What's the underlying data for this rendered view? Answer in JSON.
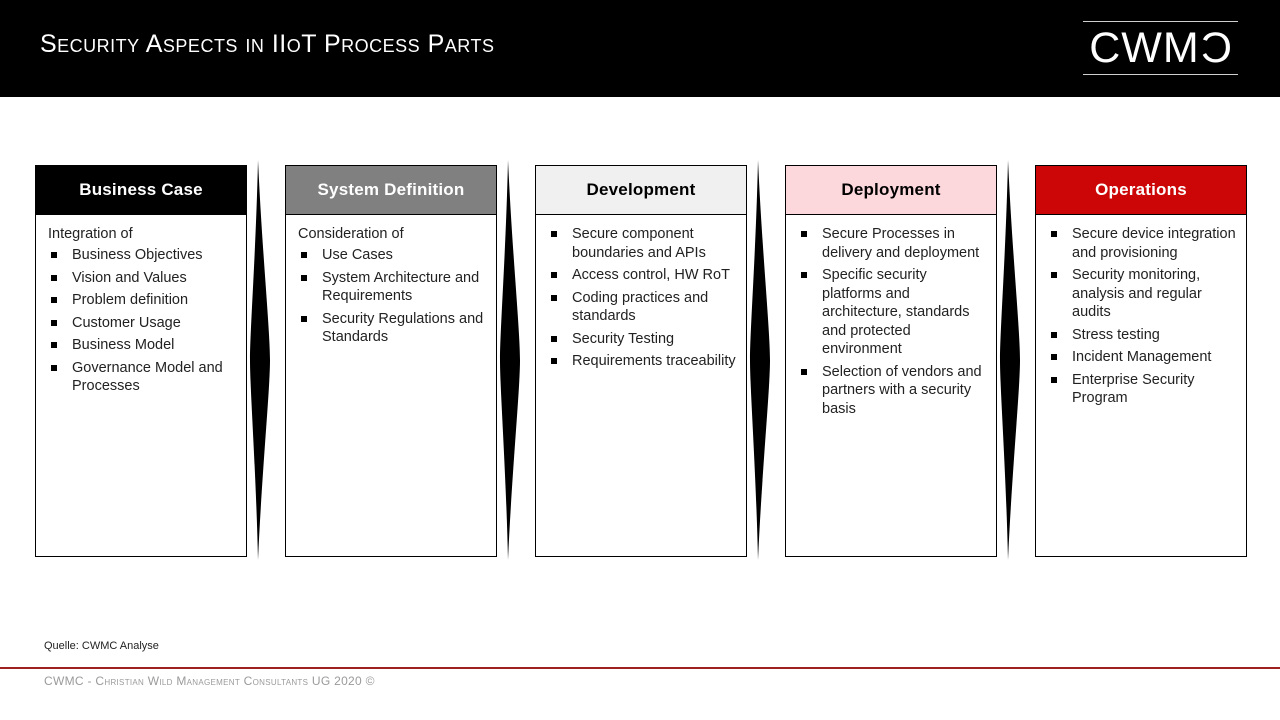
{
  "header": {
    "title": "Security Aspects in IIoT Process Parts",
    "logo_main": "CWM",
    "logo_mirrored": "C",
    "background_color": "#000000"
  },
  "colors": {
    "head_black": "#000000",
    "head_gray": "#808080",
    "head_light": "#f0f0f0",
    "head_pink": "#fcd8dc",
    "head_red": "#cc0606",
    "footer_rule": "#9e2020",
    "arrow": "#000000"
  },
  "columns": [
    {
      "title": "Business Case",
      "intro": "Integration of",
      "items": [
        "Business Objectives",
        "Vision and Values",
        "Problem definition",
        "Customer Usage",
        "Business Model",
        "Governance Model and Processes"
      ]
    },
    {
      "title": "System Definition",
      "intro": "Consideration of",
      "items": [
        "Use Cases",
        "System Architecture and Requirements",
        "Security Regulations and Standards"
      ]
    },
    {
      "title": "Development",
      "intro": "",
      "items": [
        "Secure component boundaries and APIs",
        "Access control, HW RoT",
        "Coding practices and standards",
        "Security Testing",
        "Requirements traceability"
      ]
    },
    {
      "title": "Deployment",
      "intro": "",
      "items": [
        "Secure Processes in delivery and deployment",
        "Specific security platforms and architecture, standards and protected environment",
        "Selection of vendors and partners with a security basis"
      ]
    },
    {
      "title": "Operations",
      "intro": "",
      "items": [
        "Secure device integration and provisioning",
        "Security monitoring, analysis and regular audits",
        "Stress testing",
        "Incident Management",
        "Enterprise Security Program"
      ]
    }
  ],
  "footer": {
    "source": "Quelle: CWMC Analyse",
    "copyright": "CWMC - Christian Wild Management Consultants UG 2020 ©"
  }
}
